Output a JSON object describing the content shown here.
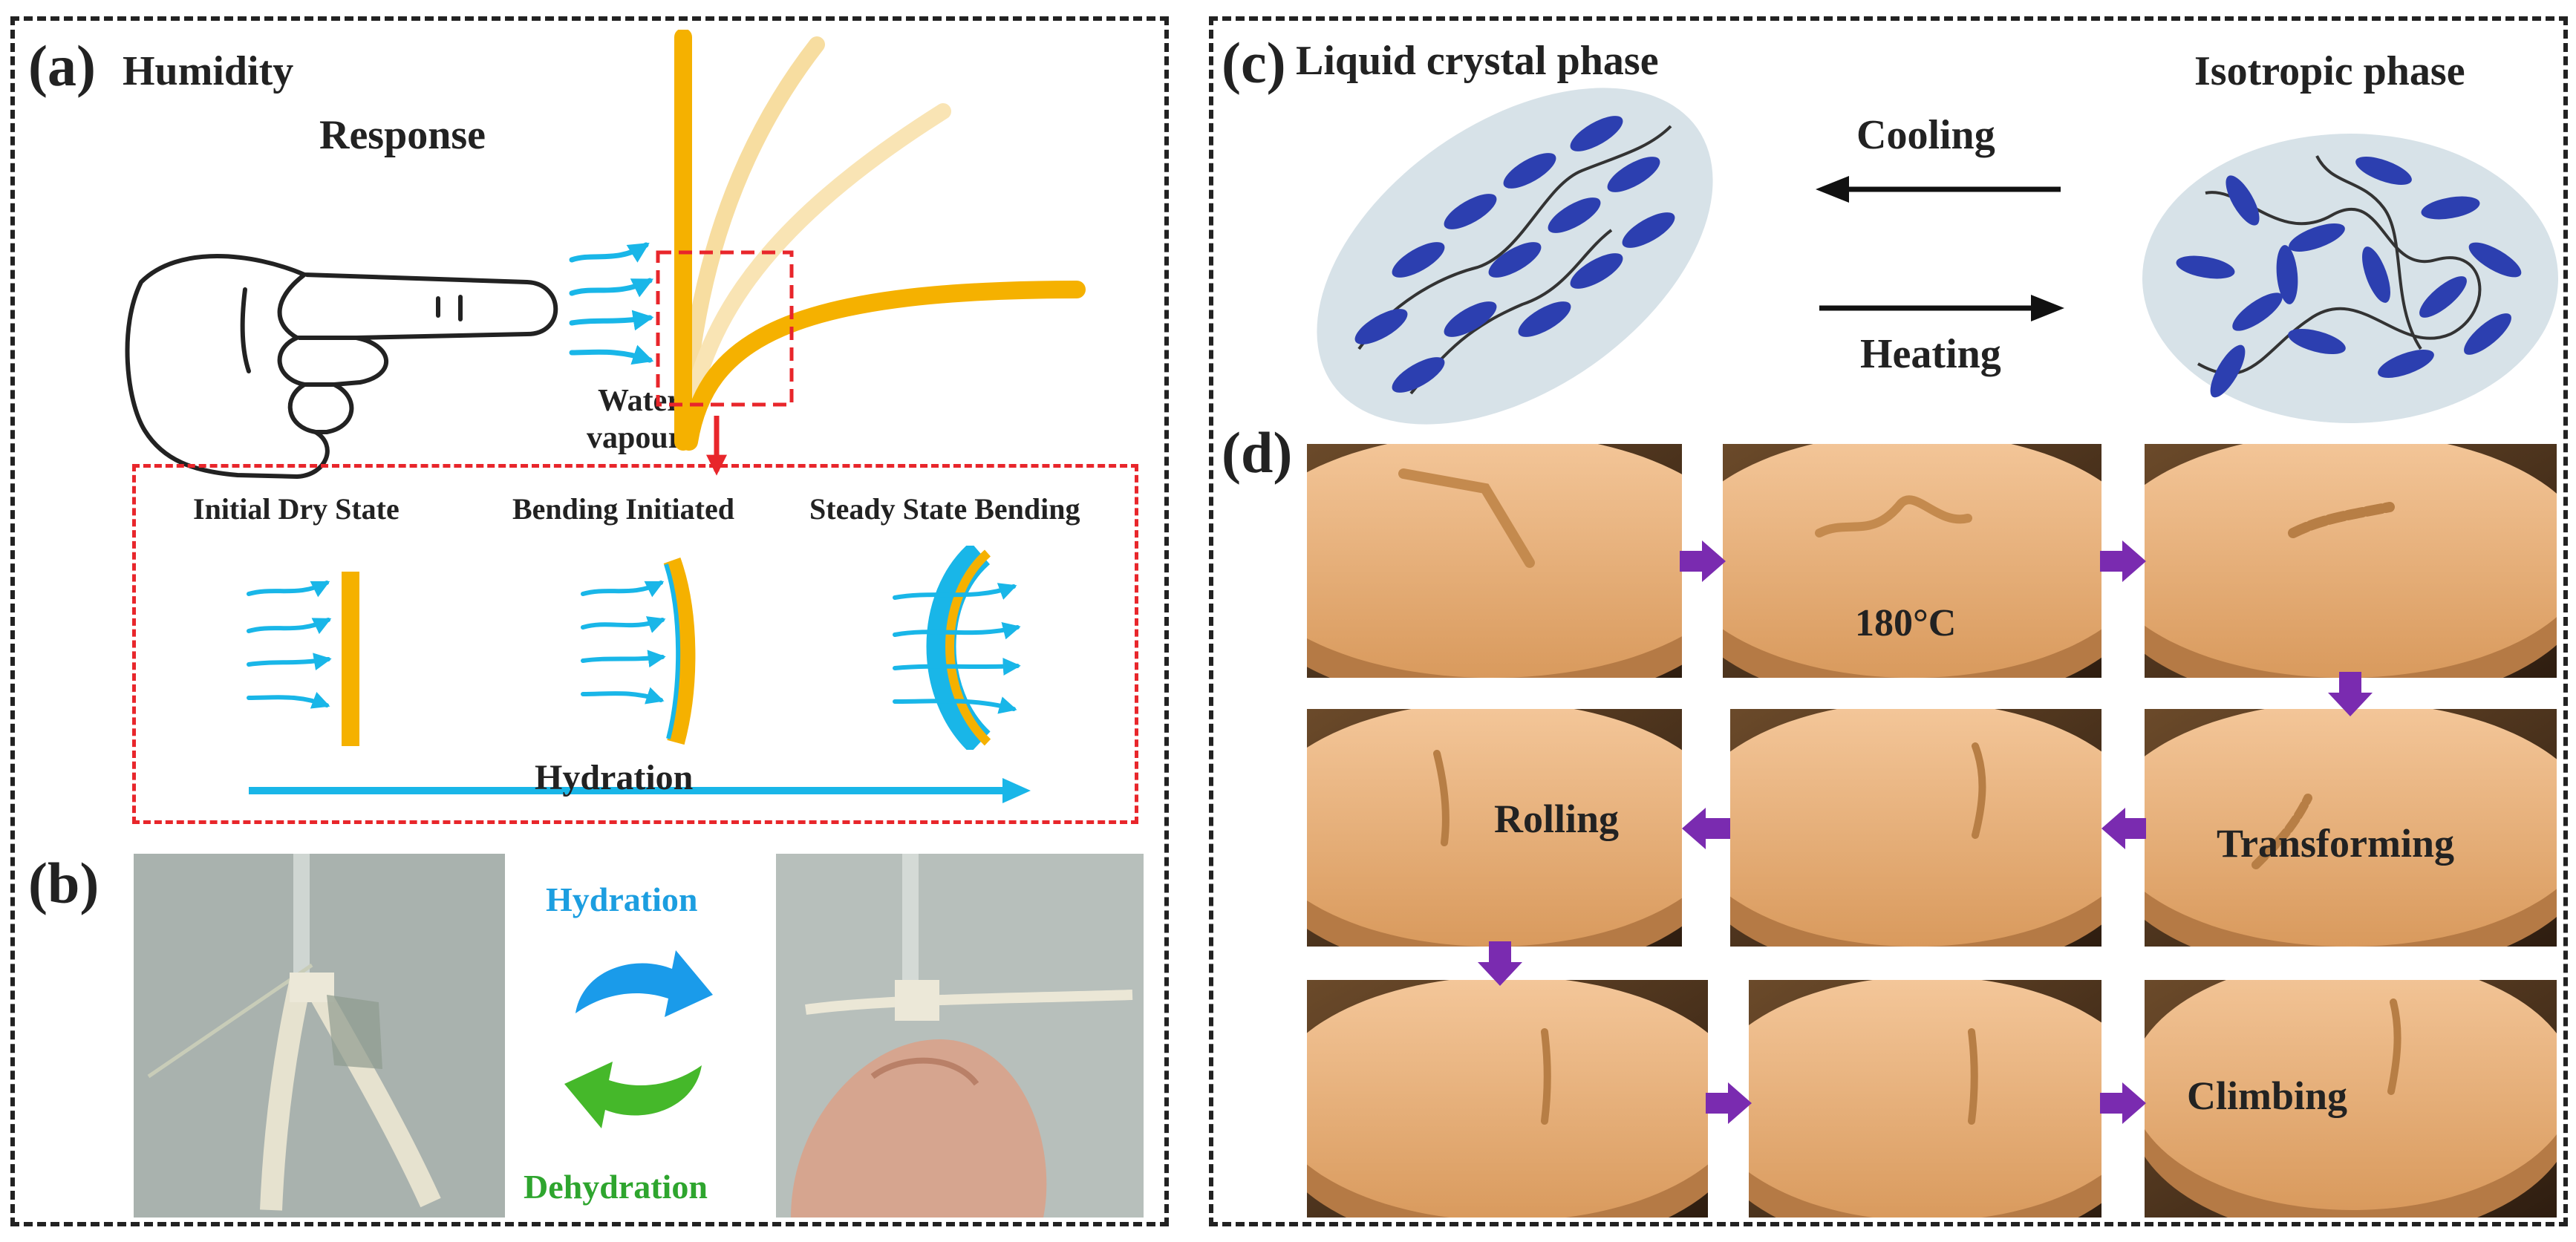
{
  "panel_a": {
    "label": "(a)",
    "title_line1": "Humidity",
    "title_line2": "Response",
    "water_line1": "Water",
    "water_line2": "vapour",
    "stages": [
      "Initial Dry State",
      "Bending Initiated",
      "Steady State Bending"
    ],
    "hydration": "Hydration"
  },
  "panel_b": {
    "label": "(b)",
    "hydration": "Hydration",
    "dehydration": "Dehydration"
  },
  "panel_c": {
    "label": "(c)",
    "lc_phase": "Liquid crystal phase",
    "iso_phase": "Isotropic phase",
    "cooling": "Cooling",
    "heating": "Heating"
  },
  "panel_d": {
    "label": "(d)",
    "temp": "180°C",
    "rolling": "Rolling",
    "transforming": "Transforming",
    "climbing": "Climbing"
  },
  "colors": {
    "strip_yellow": "#f5b100",
    "water_blue": "#19b6e8",
    "mesogen_blue": "#2c3fb0",
    "ellipse_fill": "#d7e2e8",
    "step_arrow_purple": "#7a2bb0",
    "dashed_red": "#e8262b",
    "hydration_text": "#1c9ee0",
    "dehydration_text": "#2ea52e"
  }
}
